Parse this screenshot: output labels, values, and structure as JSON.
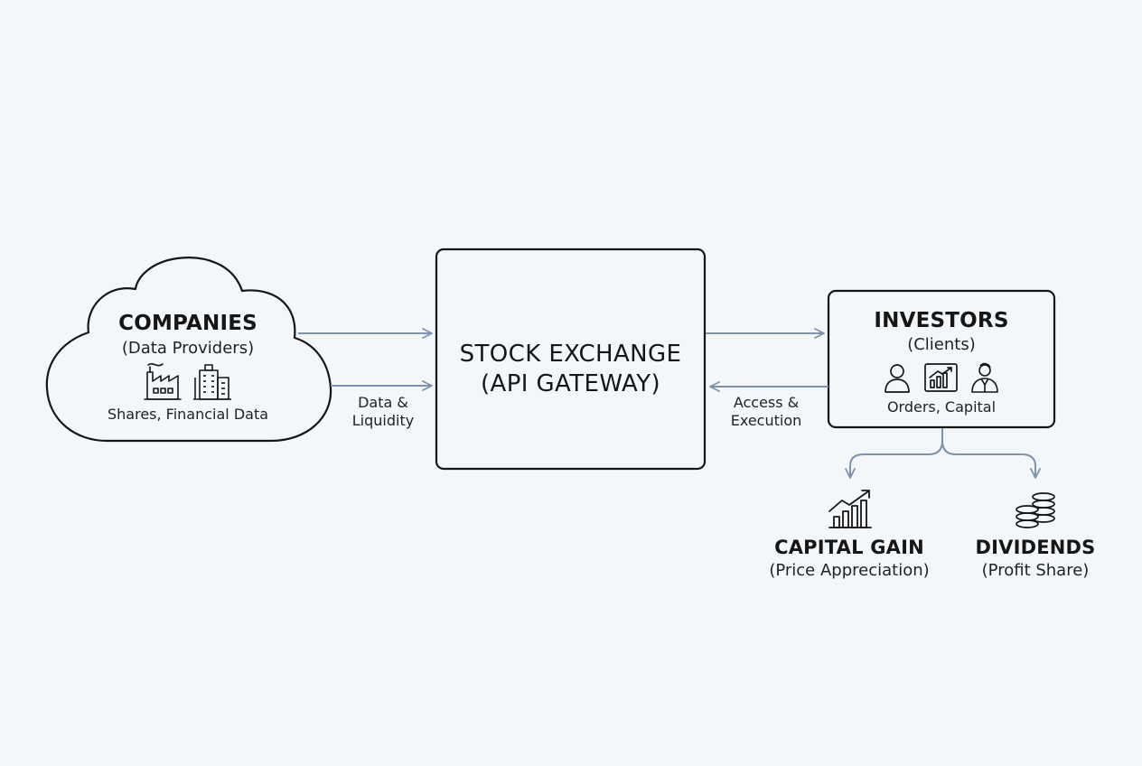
{
  "colors": {
    "background": "#f3f7fa",
    "stroke": "#161616",
    "arrow": "#7d92ab"
  },
  "companies": {
    "title": "COMPANIES",
    "subtitle": "(Data Providers)",
    "description": "Shares, Financial Data",
    "icons": [
      "factory-icon",
      "office-building-icon"
    ]
  },
  "left_flow": {
    "label_line1": "Data &",
    "label_line2": "Liquidity"
  },
  "exchange": {
    "line1": "STOCK EXCHANGE",
    "line2": "(API GATEWAY)"
  },
  "right_flow": {
    "label_line1": "Access &",
    "label_line2": "Execution"
  },
  "investors": {
    "title": "INVESTORS",
    "subtitle": "(Clients)",
    "description": "Orders, Capital",
    "icons": [
      "person-icon",
      "chart-board-icon",
      "advisor-icon"
    ]
  },
  "capital_gain": {
    "title": "CAPITAL GAIN",
    "subtitle": "(Price Appreciation)",
    "icon": "growth-chart-icon"
  },
  "dividends": {
    "title": "DIVIDENDS",
    "subtitle": "(Profit Share)",
    "icon": "coin-stack-icon"
  }
}
